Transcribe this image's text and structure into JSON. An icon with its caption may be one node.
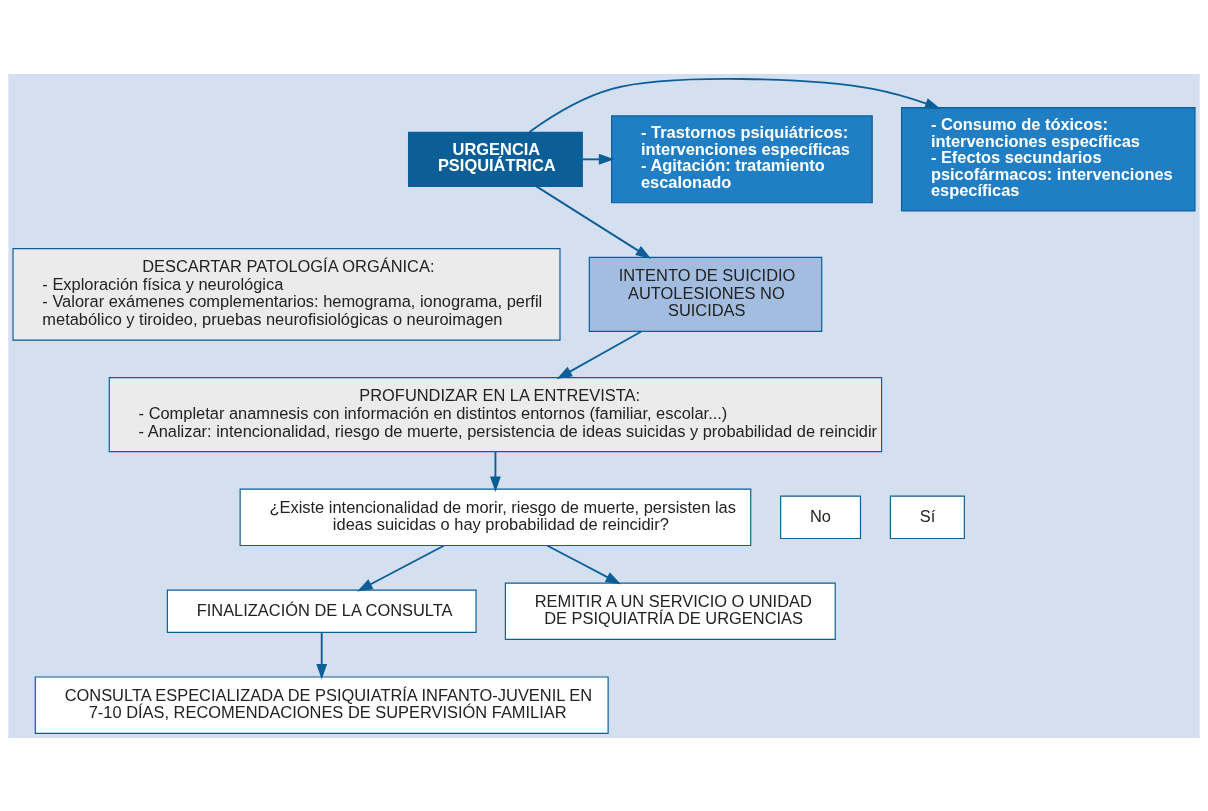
{
  "diagram": {
    "nodes": [
      {
        "text": [
          "URGENCIA PSIQUIÁTRICA"
        ]
      },
      {
        "text": [
          "- Trastornos psiquiátricos: intervenciones específicas",
          "- Agitación: tratamiento escalonado"
        ]
      },
      {
        "text": [
          "- Consumo de tóxicos: intervenciones específicas",
          "- Efectos secundarios psicofármacos: intervenciones específicas"
        ]
      },
      {
        "text": [
          "DESCARTAR PATOLOGÍA ORGÁNICA:",
          "- Exploración física y neurológica",
          "- Valorar exámenes complementarios: hemograma, ionograma, perfil metabólico y tiroideo, pruebas neurofisiológicas o neuroimagen"
        ]
      },
      {
        "text": [
          "INTENTO DE SUICIDIO AUTOLESIONES NO SUICIDAS"
        ]
      },
      {
        "text": [
          "PROFUNDIZAR EN LA ENTREVISTA:",
          "- Completar anamnesis con información en distintos entornos (familiar, escolar...)",
          "- Analizar: intencionalidad, riesgo de muerte, persistencia de ideas suicidas y probabilidad de reincidir"
        ]
      },
      {
        "text": [
          "¿Existe intencionalidad de morir, riesgo de muerte, persisten las ideas suicidas o hay probabilidad de reincidir?"
        ]
      },
      {
        "text": [
          "No"
        ]
      },
      {
        "text": [
          "Sí"
        ]
      },
      {
        "text": [
          "FINALIZACIÓN DE LA CONSULTA"
        ]
      },
      {
        "text": [
          "REMITIR A UN SERVICIO O UNIDAD DE PSIQUIATRÍA DE URGENCIAS"
        ]
      },
      {
        "text": [
          "CONSULTA ESPECIALIZADA DE PSIQUIATRÍA INFANTO-JUVENIL EN 7-10 DÍAS, RECOMENDACIONES DE SUPERVISIÓN FAMILIAR"
        ]
      }
    ],
    "edges": [
      {
        "from": 0,
        "to": 1,
        "arrow": "to"
      },
      {
        "from": 0,
        "to": 2,
        "arrow": "to"
      },
      {
        "from": 0,
        "to": 4,
        "arrow": "to"
      },
      {
        "from": 4,
        "to": 5,
        "arrow": "to"
      },
      {
        "from": 5,
        "to": 6,
        "arrow": "to"
      },
      {
        "from": 6,
        "to": 9,
        "arrow": "to"
      },
      {
        "from": 6,
        "to": 10,
        "arrow": "to"
      },
      {
        "from": 9,
        "to": 11,
        "arrow": "to"
      }
    ]
  }
}
